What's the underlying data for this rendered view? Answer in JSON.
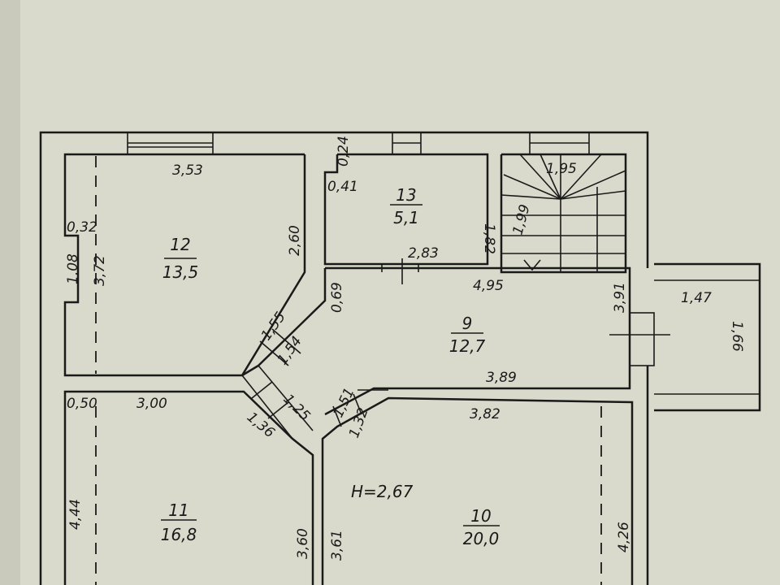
{
  "rooms": [
    {
      "number": "12",
      "area": "13,5"
    },
    {
      "number": "13",
      "area": "5,1"
    },
    {
      "number": "9",
      "area": "12,7"
    },
    {
      "number": "11",
      "area": "16,8"
    },
    {
      "number": "10",
      "area": "20,0"
    }
  ],
  "dimensions": {
    "r12_top": "3,53",
    "r12_right": "2,60",
    "r12_notch_w": "0,32",
    "r12_notch_h": "1,08",
    "r12_left": "3,72",
    "r13_notch_h": "0,24",
    "r13_notch_w": "0,41",
    "r13_right": "1,82",
    "r13_bottom": "2,83",
    "stair_top": "1,95",
    "stair_side": "1,99",
    "r9_top": "4,95",
    "r9_left": "0,69",
    "r9_right": "3,91",
    "r9_bottom": "3,89",
    "diag_a": "1,55",
    "diag_b": "1,54",
    "diag_c": "1,25",
    "diag_d": "1,36",
    "diag_e": "1,51",
    "diag_f": "1,32",
    "balcony_w": "1,47",
    "balcony_h": "1,66",
    "r11_notch": "0,50",
    "r11_top": "3,00",
    "r11_left": "4,44",
    "r11_right": "3,60",
    "r10_top": "3,82",
    "r10_left": "3,61",
    "r10_right": "4,26"
  },
  "ceiling_height": "H=2,67"
}
